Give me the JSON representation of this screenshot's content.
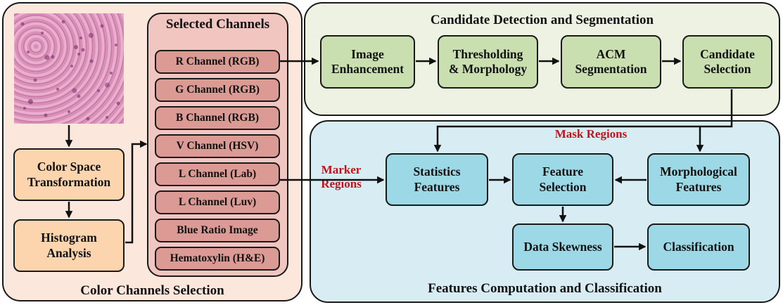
{
  "panels": {
    "color_channels_title": "Color Channels Selection",
    "selected_channels_title": "Selected Channels",
    "candidate_title": "Candidate Detection and Segmentation",
    "features_title": "Features Computation and Classification"
  },
  "left_boxes": {
    "color_space": "Color Space\nTransformation",
    "histogram": "Histogram\nAnalysis"
  },
  "channels": [
    "R Channel (RGB)",
    "G Channel (RGB)",
    "B Channel (RGB)",
    "V Channel (HSV)",
    "L Channel (Lab)",
    "L Channel (Luv)",
    "Blue Ratio Image",
    "Hematoxylin (H&E)"
  ],
  "candidate_steps": [
    "Image\nEnhancement",
    "Thresholding\n& Morphology",
    "ACM\nSegmentation",
    "Candidate\nSelection"
  ],
  "feature_boxes": {
    "statistics": "Statistics\nFeatures",
    "feature_selection": "Feature\nSelection",
    "morphological": "Morphological\nFeatures",
    "data_skewness": "Data Skewness",
    "classification": "Classification"
  },
  "labels": {
    "mask_regions": "Mask Regions",
    "marker_regions": "Marker\nRegions"
  },
  "colors": {
    "orange_fill": "#fcd4ae",
    "green_fill": "#cadfb0",
    "blue_fill": "#9dd8e6",
    "channel_fill": "#dc9a94",
    "label_red": "#c0141c"
  }
}
